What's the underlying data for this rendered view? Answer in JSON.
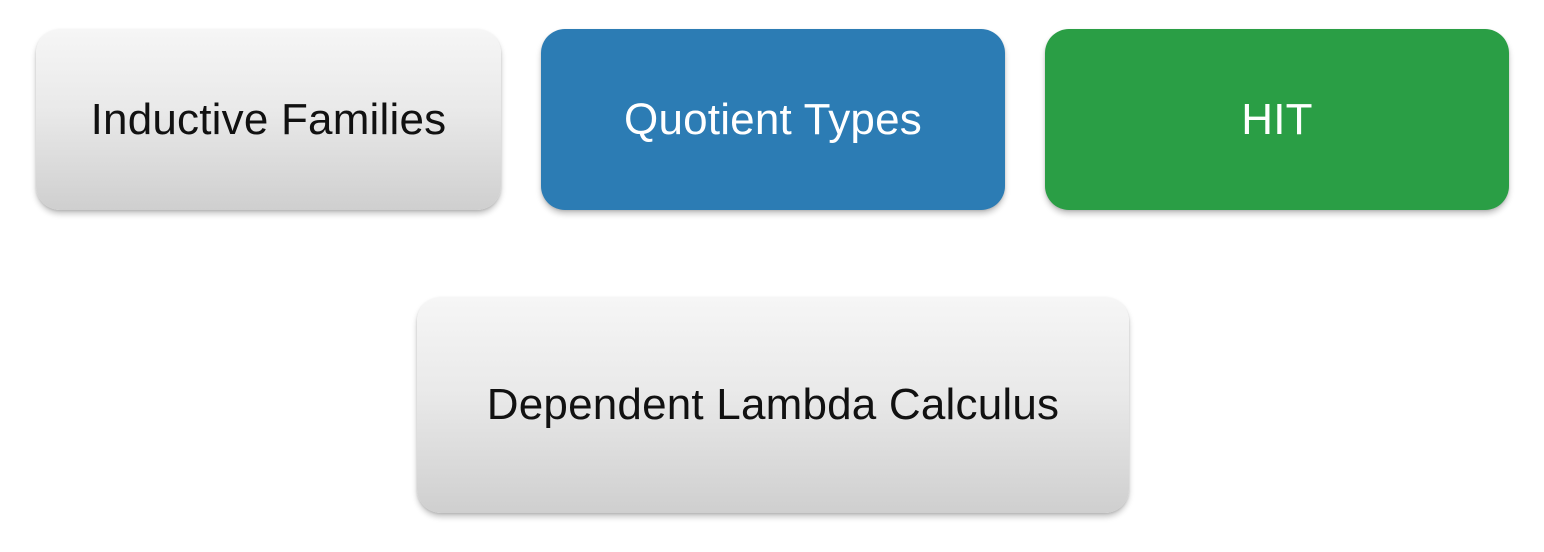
{
  "boxes": {
    "inductive_families": {
      "label": "Inductive Families",
      "color": "#e6e6e6"
    },
    "quotient_types": {
      "label": "Quotient Types",
      "color": "#2c7cb4"
    },
    "hit": {
      "label": "HIT",
      "color": "#2a9e45"
    },
    "dependent_lambda_calculus": {
      "label": "Dependent Lambda Calculus",
      "color": "#e6e6e6"
    }
  }
}
